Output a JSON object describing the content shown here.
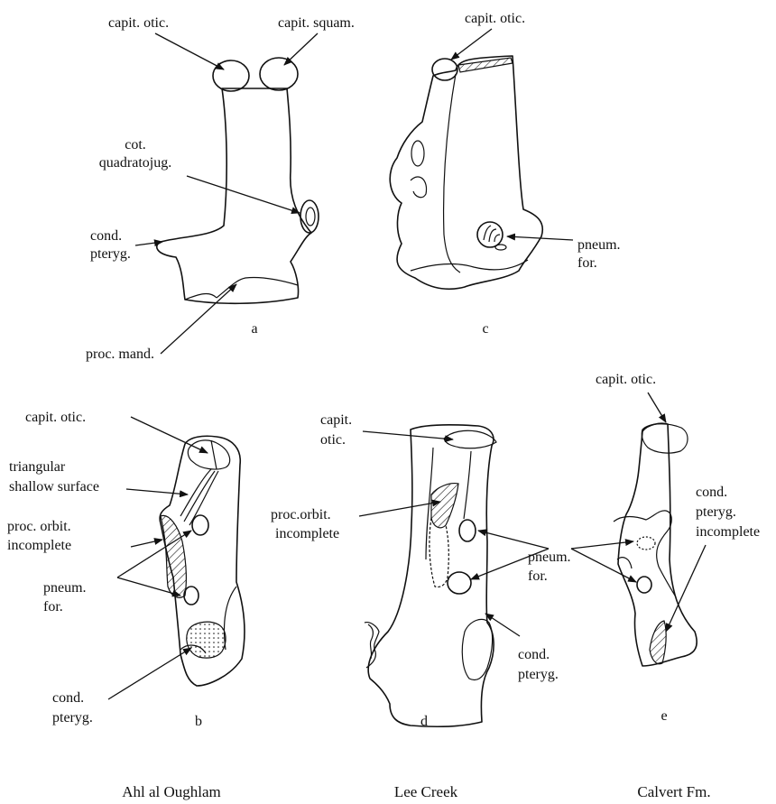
{
  "figure": {
    "panels": {
      "a": {
        "letter": "a",
        "labels": {
          "capit_otic": "capit. otic.",
          "capit_squam": "capit. squam.",
          "cot_l1": "cot.",
          "cot_l2": "quadratojug.",
          "cond_l1": "cond.",
          "cond_l2": "pteryg.",
          "proc_mand": "proc. mand."
        }
      },
      "c": {
        "letter": "c",
        "labels": {
          "capit_otic": "capit. otic.",
          "pneum_l1": "pneum.",
          "pneum_l2": "for."
        }
      },
      "b": {
        "letter": "b",
        "labels": {
          "capit_otic": "capit. otic.",
          "tri_l1": "triangular",
          "tri_l2": "shallow surface",
          "orbit_l1": "proc. orbit.",
          "orbit_l2": "incomplete",
          "pneum_l1": "pneum.",
          "pneum_l2": "for.",
          "cond_l1": "cond.",
          "cond_l2": "pteryg."
        }
      },
      "d": {
        "letter": "d",
        "labels": {
          "capit_l1": "capit.",
          "capit_l2": "otic.",
          "orbit_l1": "proc.orbit.",
          "orbit_l2": "incomplete",
          "pneum_l1": "pneum.",
          "pneum_l2": "for.",
          "cond_l1": "cond.",
          "cond_l2": "pteryg."
        }
      },
      "e": {
        "letter": "e",
        "labels": {
          "capit_otic": "capit. otic.",
          "cond_l1": "cond.",
          "cond_l2": "pteryg.",
          "cond_l3": "incomplete"
        }
      }
    },
    "localities": {
      "ahl": "Ahl  al  Oughlam",
      "lee": "Lee  Creek",
      "calvert": "Calvert  Fm."
    }
  }
}
